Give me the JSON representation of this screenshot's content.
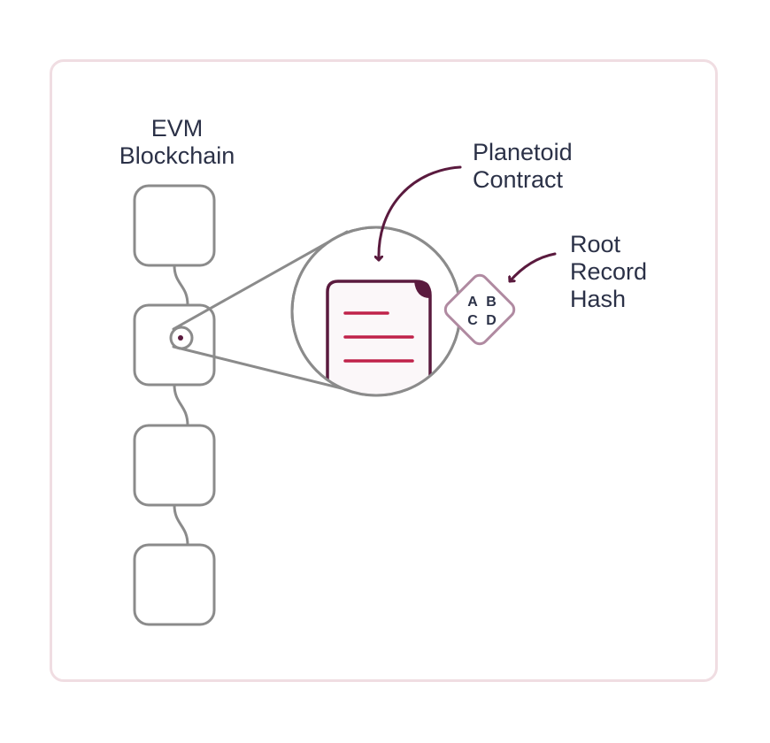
{
  "diagram": {
    "blockchain_label": [
      "EVM",
      "Blockchain"
    ],
    "contract_label": [
      "Planetoid",
      "Contract"
    ],
    "hash_label": [
      "Root",
      "Record",
      "Hash"
    ],
    "hash_letters": [
      "A",
      "B",
      "C",
      "D"
    ],
    "block_count": 4,
    "colors": {
      "frame_border": "#f0dde2",
      "text": "#2b3147",
      "block_stroke": "#8b8b8b",
      "arrow": "#5a1a3e",
      "document_lines": "#c0224a",
      "hash_stroke": "#b08aa1"
    }
  }
}
